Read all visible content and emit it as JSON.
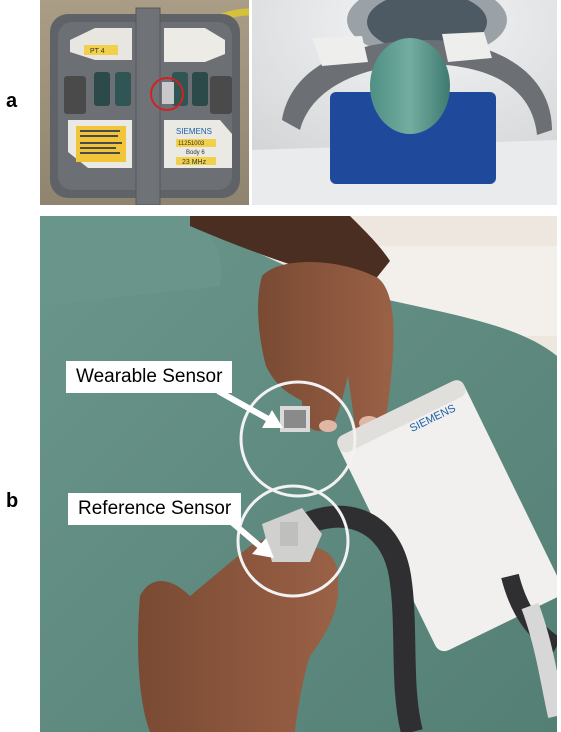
{
  "figure": {
    "panel_a": {
      "label": "a",
      "coil_tag": "PT 4",
      "brand": "SIEMENS",
      "part_number": "11251003",
      "body_label": "Body 6",
      "frequency_label": "23 MHz"
    },
    "panel_b": {
      "label": "b",
      "wearable_callout": "Wearable Sensor",
      "reference_callout": "Reference Sensor",
      "device_brand": "SIEMENS"
    },
    "colors": {
      "highlight_circle_a": "#d42020",
      "highlight_circle_b": "#f2f2f2",
      "scrub_green": "#5e8a80",
      "coil_gray": "#6c7074",
      "phantom_blue": "#1f4a9c"
    }
  }
}
